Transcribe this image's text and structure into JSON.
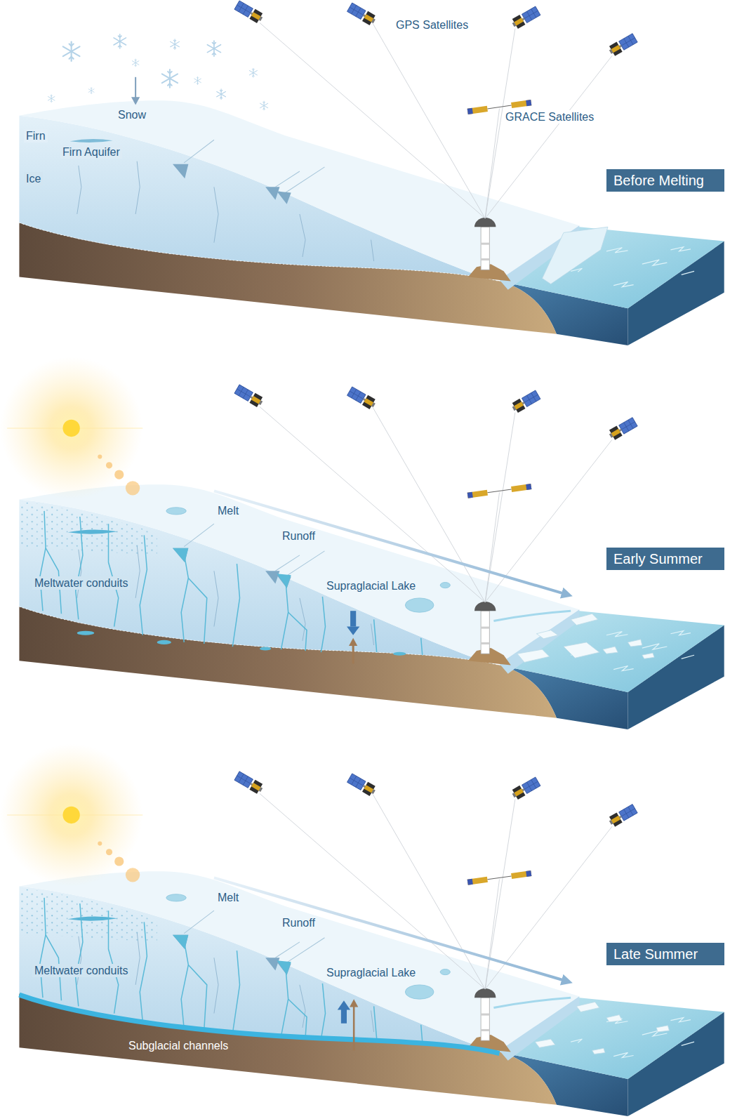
{
  "diagram": {
    "nodes": [
      {
        "text": [
          "Before Melting"
        ]
      },
      {
        "text": [
          "Early Summer"
        ]
      },
      {
        "text": [
          "Late Summer"
        ]
      }
    ],
    "labels": [
      "GPS Satellites",
      "Snow",
      "Firn",
      "Firn Aquifer",
      "GRACE Satellites",
      "Ice",
      "Melt",
      "Runoff",
      "Meltwater conduits",
      "Supraglacial Lake",
      "Melt",
      "Runoff",
      "Meltwater conduits",
      "Supraglacial Lake",
      "Subglacial channels"
    ]
  }
}
